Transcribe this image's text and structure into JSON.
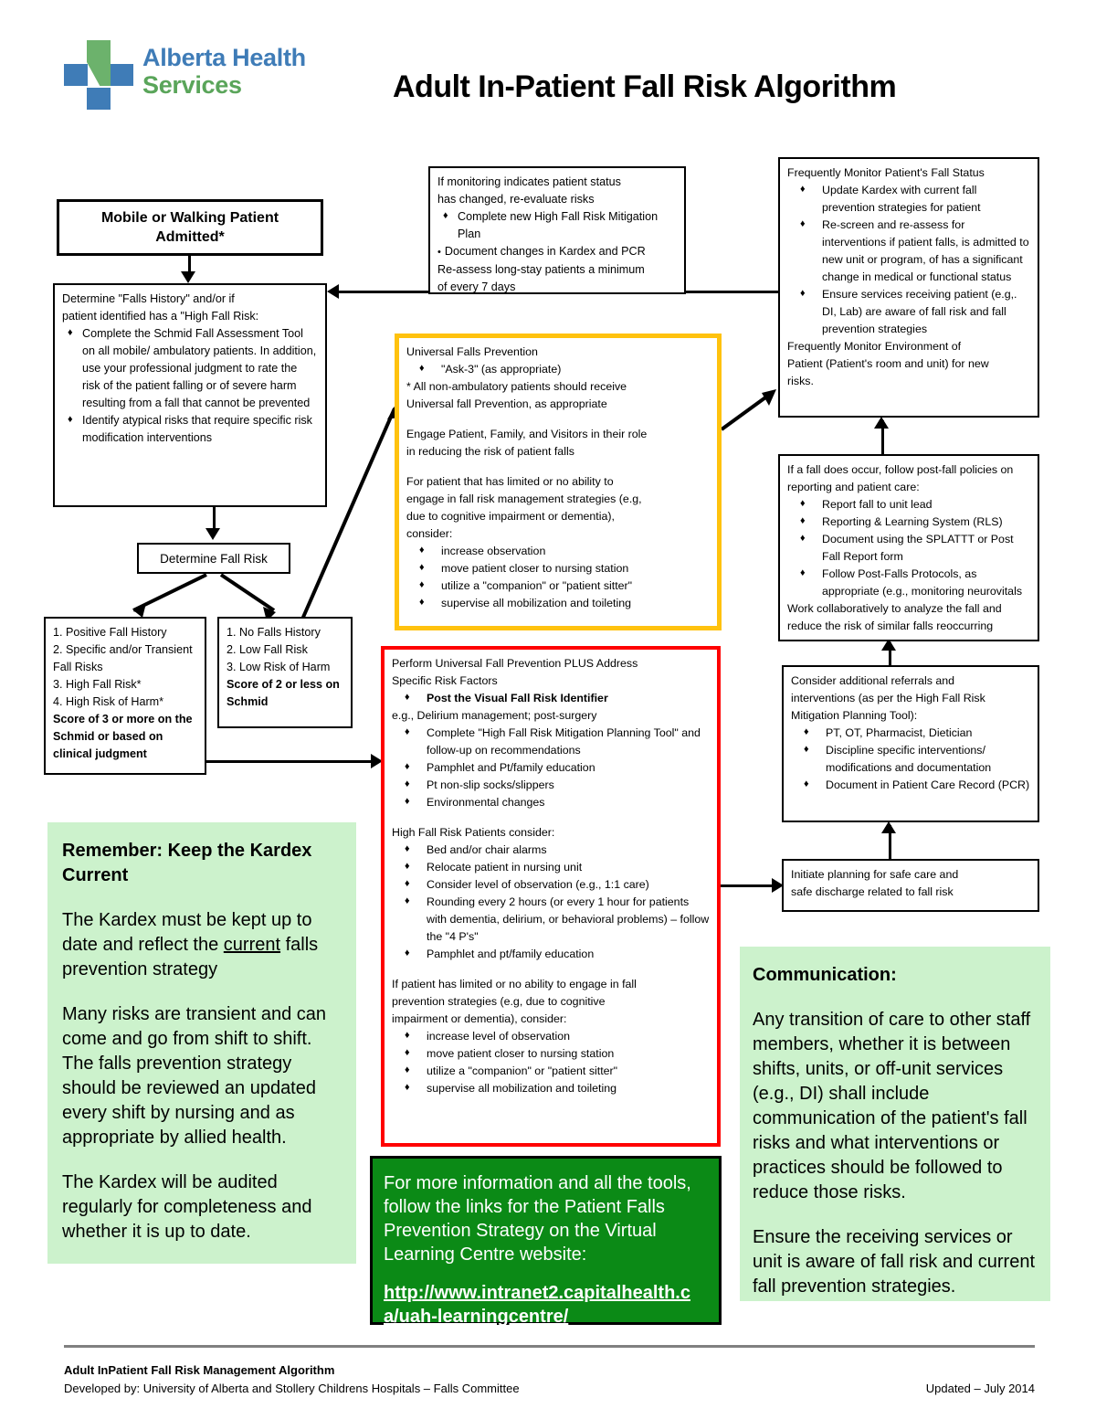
{
  "header": {
    "logo_line1": "Alberta Health",
    "logo_line2": "Services",
    "title": "Adult In-Patient Fall Risk Algorithm"
  },
  "boxes": {
    "admitted": {
      "line1": "Mobile or Walking Patient",
      "line2": "Admitted*"
    },
    "determine_history": {
      "intro1": "Determine \"Falls History\" and/or if",
      "intro2": "patient identified has a \"High Fall Risk:",
      "bullets": [
        "Complete the Schmid Fall Assessment Tool on all mobile/ ambulatory patients. In addition, use your professional judgment to rate the risk of the patient falling or of severe harm resulting from a fall that cannot be prevented",
        "Identify atypical risks that require specific risk modification interventions"
      ]
    },
    "determine_risk": {
      "label": "Determine Fall Risk"
    },
    "positive_fall_history": {
      "items": [
        "1. Positive Fall History",
        "2. Specific and/or Transient Fall Risks",
        "3. High Fall Risk*",
        "4. High Risk of Harm*"
      ],
      "footer": "Score of 3 or more on the Schmid or based on clinical judgment"
    },
    "no_falls_history": {
      "items": [
        "1. No Falls History",
        "2. Low Fall Risk",
        "3. Low Risk of Harm"
      ],
      "footer": "Score of 2 or less on Schmid"
    },
    "monitor_change": {
      "intro1": "If monitoring indicates patient status",
      "intro2": "has changed, re-evaluate risks",
      "bullets": [
        "Complete new High Fall Risk Mitigation Plan",
        "Document changes in Kardex and PCR"
      ],
      "footer1": "Re-assess long-stay patients a minimum",
      "footer2": "of every 7 days"
    },
    "universal_prevention": {
      "title": "Universal Falls Prevention",
      "bullet1": "\"Ask-3\" (as appropriate)",
      "note1": "* All non-ambulatory patients should receive",
      "note2": "Universal fall Prevention, as appropriate",
      "para1_l1": "Engage Patient, Family, and Visitors in their role",
      "para1_l2": "in reducing the risk of patient falls",
      "para2_l1": "For patient that has limited or no ability to",
      "para2_l2": "engage in fall risk management strategies (e.g,",
      "para2_l3": "due to cognitive impairment or dementia),",
      "para2_l4": "consider:",
      "consider_bullets": [
        "increase observation",
        "move patient closer to nursing station",
        "utilize a \"companion\" or \"patient sitter\"",
        "supervise all mobilization and toileting"
      ]
    },
    "perform_specific": {
      "title_l1": "Perform Universal Fall Prevention PLUS Address",
      "title_l2": "Specific Risk Factors",
      "bullet_post": "Post the Visual Fall Risk Identifier",
      "eg_line": "e.g., Delirium management; post-surgery",
      "bullets_a": [
        "Complete \"High Fall Risk Mitigation Planning Tool\" and follow-up on recommendations",
        "Pamphlet and Pt/family education",
        "Pt non-slip socks/slippers",
        "Environmental changes"
      ],
      "high_risk_header": "High Fall Risk Patients consider:",
      "bullets_b": [
        "Bed and/or chair alarms",
        "Relocate patient in nursing unit",
        "Consider level of observation (e.g., 1:1 care)",
        "Rounding every 2 hours (or every 1 hour for patients with dementia, delirium, or behavioral problems) – follow the \"4 P's\"",
        "Pamphlet and pt/family education"
      ],
      "limited_l1": "If patient has limited or no ability to engage in fall",
      "limited_l2": "prevention strategies (e.g, due to cognitive",
      "limited_l3": "impairment or dementia), consider:",
      "bullets_c": [
        "increase level of observation",
        "move patient closer to nursing station",
        "utilize a \"companion\" or \"patient sitter\"",
        "supervise all mobilization and toileting"
      ]
    },
    "kardex": {
      "title_l1": "Remember: Keep the Kardex",
      "title_l2": "Current",
      "para1_a": "The Kardex must be kept up to date and reflect the ",
      "para1_u": "current",
      "para1_b": " falls prevention strategy",
      "para2": "Many risks are transient and can come and go from shift to shift. The falls prevention strategy should be reviewed an updated every shift by nursing and as appropriate by allied health.",
      "para3": "The Kardex will be audited regularly for completeness and whether it is up to date."
    },
    "frequent_monitor": {
      "title": "Frequently Monitor Patient's Fall Status",
      "bullets": [
        "Update Kardex with current fall prevention strategies for patient",
        "Re-screen and re-assess for interventions if patient falls, is admitted to new unit or program, of has a significant change in medical or functional status",
        "Ensure services receiving patient (e.g,. DI, Lab) are aware of fall risk and fall prevention strategies"
      ],
      "footer_l1": "Frequently Monitor Environment of",
      "footer_l2": "Patient (Patient's room and unit) for new",
      "footer_l3": "risks."
    },
    "post_fall": {
      "intro_l1": "If a fall does occur, follow post-fall policies on",
      "intro_l2": "reporting and patient care:",
      "bullets": [
        "Report fall to unit lead",
        "Reporting & Learning System (RLS)",
        "Document using the SPLATTT or Post Fall Report form",
        "Follow Post-Falls Protocols, as appropriate (e.g., monitoring neurovitals"
      ],
      "footer_l1": "Work collaboratively to analyze the fall and",
      "footer_l2": "reduce the risk of similar falls reoccurring"
    },
    "referrals": {
      "intro_l1": "Consider additional referrals and",
      "intro_l2": "interventions (as per the High Fall Risk",
      "intro_l3": "Mitigation Planning Tool):",
      "bullets": [
        "PT, OT, Pharmacist, Dietician",
        "Discipline specific interventions/ modifications and documentation",
        "Document in Patient Care Record (PCR)"
      ]
    },
    "initiate_planning": {
      "line1": "Initiate planning for safe care and",
      "line2": "safe discharge related to fall risk"
    },
    "communication": {
      "title": "Communication:",
      "para1": "Any transition of care to other staff members, whether it is between shifts, units, or off-unit services (e.g., DI) shall include communication of the patient's fall risks and what interventions or practices should be followed to reduce those risks.",
      "para2": "Ensure the receiving services or unit is aware of fall risk and current fall prevention strategies."
    },
    "more_info": {
      "para": "For more information and all the tools, follow the links for the Patient Falls Prevention Strategy on the Virtual Learning Centre website:",
      "url_l1": "http://www.intranet2.capitalhealth.c",
      "url_l2": "a/uah-learningcentre/"
    }
  },
  "footer": {
    "title": "Adult InPatient Fall Risk Management Algorithm",
    "developed_by": "Developed by: University of Alberta and Stollery Childrens Hospitals – Falls Committee",
    "updated": "Updated – July 2014"
  },
  "colors": {
    "logo_blue": "#3f7cb7",
    "logo_green": "#5aa55a",
    "yellow_border": "#ffc20e",
    "red_border": "#ff0000",
    "light_green_fill": "#ccf2cc",
    "dark_green_fill": "#0b8a16"
  }
}
